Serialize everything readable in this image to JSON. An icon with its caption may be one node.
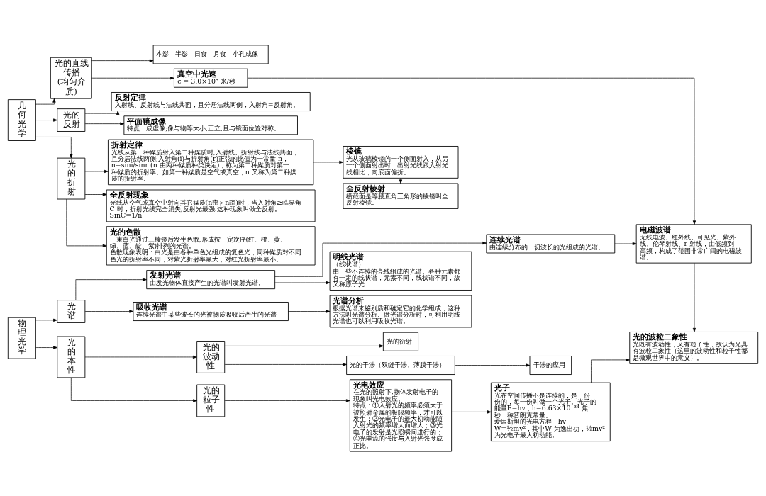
{
  "diagram": {
    "nodes": [
      {
        "text": [
          "几何光学"
        ]
      },
      {
        "text": [
          "光的直线传播",
          "(均匀介质)"
        ]
      },
      {
        "text": [
          "本影　半影　日食　月食　小孔成像"
        ]
      },
      {
        "text": [
          "真空中光速",
          "c = 3.0×10⁸ 米/秒"
        ]
      },
      {
        "text": [
          "光的反射"
        ]
      },
      {
        "text": [
          "反射定律",
          "入射线、反射线与法线共面，且分居法线两侧，入射角=反射角。"
        ]
      },
      {
        "text": [
          "平面镜成像",
          "特点：成虚像;像与物等大小,正立,且与镜面位置对称。"
        ]
      },
      {
        "text": [
          "光的折射"
        ]
      },
      {
        "text": [
          "折射定律",
          "光线从第一种媒质射入第二种媒质时,入射线、折射线与法线共面，且分居法线两侧;入射角(i)与折射角(r)正弦的比值为一常量 n，n=sini/sinr (n 由两种媒质种类决定)，称为第二种媒质对第一种媒质的折射率。如第一种媒质是空气或真空，n 又称为第二种媒质的折射率。"
        ]
      },
      {
        "text": [
          "棱镜",
          "光从玻璃棱镜的一个侧面射入，从另一个侧面射出时，出射光线跟入射光线相比，向底面偏折。"
        ]
      },
      {
        "text": [
          "全反射棱射",
          "横截面是等腰直角三角形的棱镜叫全反射棱镜。"
        ]
      },
      {
        "text": [
          "全反射现象",
          "光线从空气或真空中射向其它媒质(n密＞n疏)时，当入射角≥临界角 C 时，折射光线完全消失,反射光最强.这种现象叫做全反射。SinC=1/n"
        ]
      },
      {
        "text": [
          "光的色散",
          "一束白光通过三棱镜后发生色散,形成按一定次序(红、橙、黄、绿、蓝、靛、紫)排列的光谱。",
          "色散现象表明：白光是由各种单色光组成的复色光，同种媒质对不同色光的折射率不同，对紫光折射率最大，对红光折射率最小。"
        ]
      },
      {
        "text": [
          "物理光学"
        ]
      },
      {
        "text": [
          "光谱"
        ]
      },
      {
        "text": [
          "发射光谱",
          "由发光物体直接产生的光谱叫发射光谱。"
        ]
      },
      {
        "text": [
          "吸收光谱",
          "连续光谱中某些波长的光被物质吸收后产生的光谱"
        ]
      },
      {
        "text": [
          "连续光谱",
          "由连续分布的一切波长的光组成的光谱。"
        ]
      },
      {
        "text": [
          "明线光谱",
          "（线状谱）",
          "由一些不连续的亮线组成的光谱。各种元素都有一定的线状谱，元素不同，线状谱不同，故又称原子光"
        ]
      },
      {
        "text": [
          "光谱分析",
          "根据光谱来鉴别质和确定它的化学组成，这种方法叫光谱分析。做光谱分析时，可利用明线光谱也可以利用吸收光谱。"
        ]
      },
      {
        "text": [
          "光的本性"
        ]
      },
      {
        "text": [
          "光的波动性"
        ]
      },
      {
        "text": [
          "光的衍射"
        ]
      },
      {
        "text": [
          "光的干涉（双缝干涉、薄膜干涉）"
        ]
      },
      {
        "text": [
          "干涉的应用"
        ]
      },
      {
        "text": [
          "光的粒子性"
        ]
      },
      {
        "text": [
          "光电效应",
          "在光的照射下,物体发射电子的现象叫光电效应。",
          "特点：①入射光的频率必须大于被照射金属的极限频率，才可以发生；②光电子的最大初动能随入射光的频率增大而增大；③光电子的发射是光照瞬间进行的；④光电流的强度与入射光强度成正比。"
        ]
      },
      {
        "text": [
          "光子",
          "光在空间传播不是连续的，是一份一份的，每一份叫做一个光子。光子的能量E=hv，h=6.63×10⁻³⁴ 焦·秒，称普朗克常量。",
          "爱因斯坦的光电方程：hv－W=½mv²，其中W 为逸出功，½mv²为光电子最大初动能。"
        ]
      },
      {
        "text": [
          "电磁波谱",
          "无线电波、红外线、可见光、紫外线、伦琴射线、r 射线，由低频到高频，构成了范围非常广阔的电磁波谱。"
        ]
      },
      {
        "text": [
          "光的波粒二象性",
          "光既有波动性，又有粒子性，故认为光具有波粒二象性（这里的波动性和粒子性都是微观世界中的意义）。"
        ]
      }
    ],
    "edges": [
      {
        "from": 0,
        "to": 1,
        "arrow": "to"
      },
      {
        "from": 0,
        "to": 4,
        "arrow": "to"
      },
      {
        "from": 0,
        "to": 7,
        "arrow": "to"
      },
      {
        "from": 1,
        "to": 2,
        "arrow": "to"
      },
      {
        "from": 1,
        "to": 3,
        "arrow": "to"
      },
      {
        "from": 4,
        "to": 5,
        "arrow": "to"
      },
      {
        "from": 4,
        "to": 6,
        "arrow": "to"
      },
      {
        "from": 7,
        "to": 8,
        "arrow": "to"
      },
      {
        "from": 7,
        "to": 11,
        "arrow": "to"
      },
      {
        "from": 7,
        "to": 12,
        "arrow": "to"
      },
      {
        "from": 8,
        "to": 9,
        "arrow": "to"
      },
      {
        "from": 9,
        "to": 10,
        "arrow": "to"
      },
      {
        "from": 3,
        "to": 28,
        "arrow": "to"
      },
      {
        "from": 17,
        "to": 28,
        "arrow": "to"
      },
      {
        "from": 13,
        "to": 14,
        "arrow": "to"
      },
      {
        "from": 13,
        "to": 20,
        "arrow": "to"
      },
      {
        "from": 14,
        "to": 15,
        "arrow": "to"
      },
      {
        "from": 14,
        "to": 16,
        "arrow": "to"
      },
      {
        "from": 15,
        "to": 17,
        "arrow": "to"
      },
      {
        "from": 15,
        "to": 18,
        "arrow": "to"
      },
      {
        "from": 16,
        "to": 19,
        "arrow": "to"
      },
      {
        "from": 20,
        "to": 21,
        "arrow": "to"
      },
      {
        "from": 20,
        "to": 25,
        "arrow": "to"
      },
      {
        "from": 21,
        "to": 22,
        "arrow": "to"
      },
      {
        "from": 21,
        "to": 23,
        "arrow": "to"
      },
      {
        "from": 23,
        "to": 24,
        "arrow": "to"
      },
      {
        "from": 25,
        "to": 26,
        "arrow": "to"
      },
      {
        "from": 26,
        "to": 27,
        "arrow": "to"
      },
      {
        "from": 27,
        "to": 29,
        "arrow": "to"
      },
      {
        "from": 28,
        "to": 29,
        "arrow": "to"
      }
    ]
  }
}
